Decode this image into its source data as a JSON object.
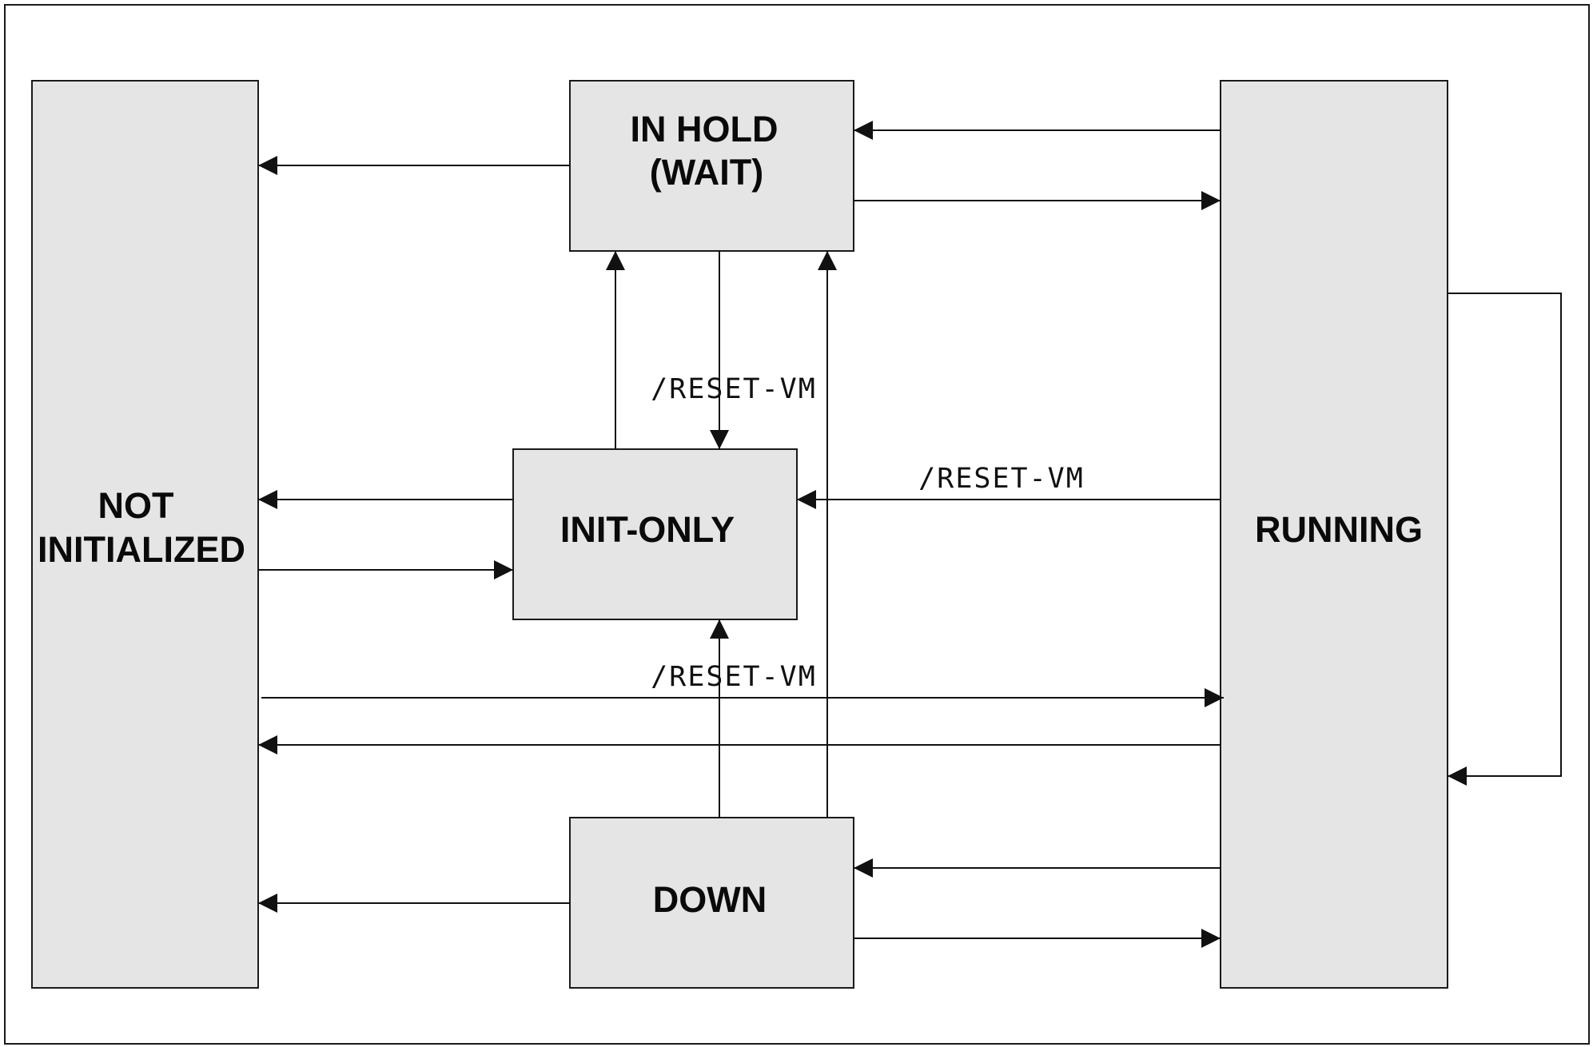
{
  "states": {
    "not_initialized": {
      "line1": "NOT",
      "line2": "INITIALIZED"
    },
    "in_hold": {
      "line1": "IN HOLD",
      "line2": "(WAIT)"
    },
    "init_only": {
      "label": "INIT-ONLY"
    },
    "running": {
      "label": "RUNNING"
    },
    "down": {
      "label": "DOWN"
    }
  },
  "transition_labels": {
    "inhold_to_initonly": "/RESET-VM",
    "running_to_initonly": "/RESET-VM",
    "down_to_initonly": "/RESET-VM"
  },
  "colors": {
    "state_fill": "#e5e5e5",
    "line": "#111111",
    "background": "#ffffff"
  }
}
